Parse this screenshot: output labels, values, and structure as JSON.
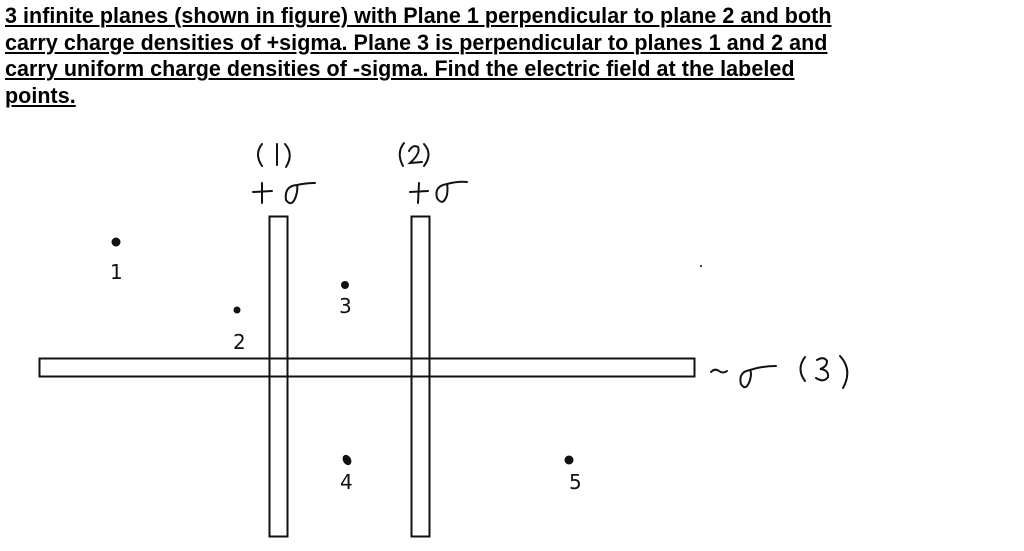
{
  "problem": {
    "lines": [
      "3 infinite planes (shown in figure) with Plane 1 perpendicular to plane 2 and both",
      "carry charge densities of +sigma. Plane 3 is perpendicular to planes 1 and 2 and",
      "carry uniform charge densities of -sigma. Find the electric field at the labeled",
      "points."
    ]
  },
  "figure": {
    "planes": [
      {
        "id": "plane-1",
        "label": "(1)",
        "charge": "+σ",
        "orientation": "vertical"
      },
      {
        "id": "plane-2",
        "label": "(2)",
        "charge": "+σ",
        "orientation": "vertical"
      },
      {
        "id": "plane-3",
        "label": "(3)",
        "charge": "-σ",
        "orientation": "horizontal"
      }
    ],
    "points": [
      {
        "label": "1"
      },
      {
        "label": "2"
      },
      {
        "label": "3"
      },
      {
        "label": "4"
      },
      {
        "label": "5"
      }
    ]
  }
}
